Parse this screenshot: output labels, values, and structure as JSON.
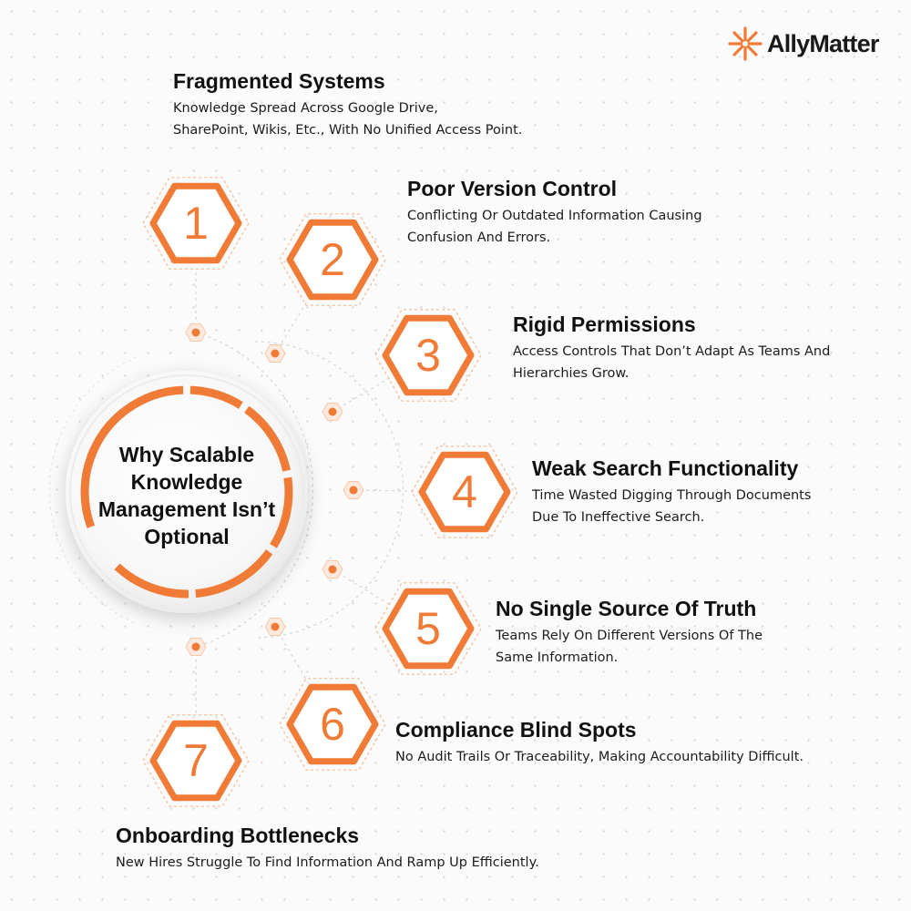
{
  "brand": {
    "name": "AllyMatter",
    "accent_color": "#f07b36",
    "logo_icon": "starburst-icon"
  },
  "center": {
    "lines": [
      "Why Scalable",
      "Knowledge",
      "Management Isn’t",
      "Optional"
    ]
  },
  "items": [
    {
      "number": "1",
      "title": "Fragmented Systems",
      "desc_lines": [
        "Knowledge Spread Across Google Drive,",
        "SharePoint, Wikis, Etc., With No Unified Access Point."
      ]
    },
    {
      "number": "2",
      "title": "Poor Version Control",
      "desc_lines": [
        "Conflicting Or Outdated Information Causing",
        "Confusion And Errors."
      ]
    },
    {
      "number": "3",
      "title": "Rigid Permissions",
      "desc_lines": [
        "Access Controls That Don’t Adapt As Teams And",
        "Hierarchies Grow."
      ]
    },
    {
      "number": "4",
      "title": "Weak Search Functionality",
      "desc_lines": [
        "Time Wasted Digging Through Documents",
        "Due To Ineffective Search."
      ]
    },
    {
      "number": "5",
      "title": "No Single Source Of Truth",
      "desc_lines": [
        "Teams Rely On Different Versions Of The",
        "Same Information."
      ]
    },
    {
      "number": "6",
      "title": "Compliance Blind Spots",
      "desc_lines": [
        "No Audit Trails Or Traceability, Making Accountability Difficult."
      ]
    },
    {
      "number": "7",
      "title": "Onboarding Bottlenecks",
      "desc_lines": [
        "New Hires Struggle To Find Information And Ramp Up Efficiently."
      ]
    }
  ]
}
